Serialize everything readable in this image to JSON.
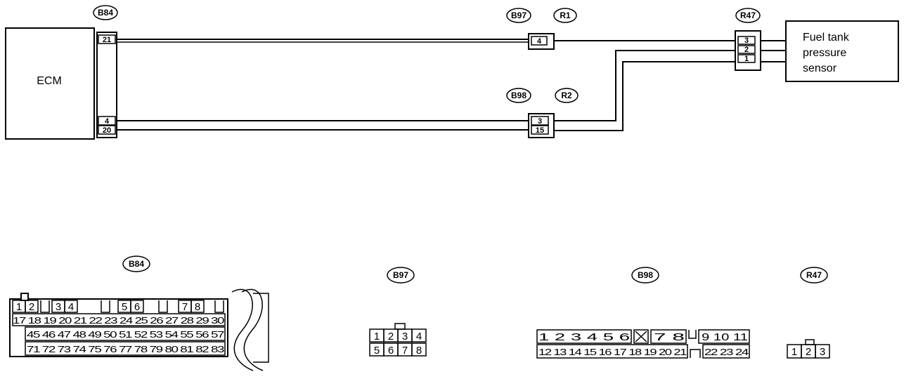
{
  "ecm": {
    "label": "ECM"
  },
  "sensor": {
    "lines": [
      "Fuel tank",
      "pressure",
      "sensor"
    ]
  },
  "upper_tags": {
    "b84": "B84",
    "b97": "B97",
    "r1": "R1",
    "b98": "B98",
    "r2": "R2",
    "r47": "R47"
  },
  "ecm_pins": {
    "p21": "21",
    "p4": "4",
    "p20": "20"
  },
  "b97_pin": "4",
  "b98_pins": {
    "p3": "3",
    "p15": "15"
  },
  "r47_pins": {
    "p3": "3",
    "p2": "2",
    "p1": "1"
  },
  "lower_tags": {
    "b84": "B84",
    "b97": "B97",
    "b98": "B98",
    "r47": "R47"
  },
  "b84_connector": {
    "row1": [
      "1",
      "2",
      "3",
      "4",
      "5",
      "6",
      "7",
      "8"
    ],
    "row2": [
      "17",
      "18",
      "19",
      "20",
      "21",
      "22",
      "23",
      "24",
      "25",
      "26",
      "27",
      "28",
      "29",
      "30"
    ],
    "row3": [
      "45",
      "46",
      "47",
      "48",
      "49",
      "50",
      "51",
      "52",
      "53",
      "54",
      "55",
      "56",
      "57"
    ],
    "row4": [
      "71",
      "72",
      "73",
      "74",
      "75",
      "76",
      "77",
      "78",
      "79",
      "80",
      "81",
      "82",
      "83"
    ]
  },
  "b97_connector": {
    "row1": [
      "1",
      "2",
      "3",
      "4"
    ],
    "row2": [
      "5",
      "6",
      "7",
      "8"
    ]
  },
  "b98_connector": {
    "row1": [
      "1",
      "2",
      "3",
      "4",
      "5",
      "6",
      "7",
      "8",
      "9",
      "10",
      "11"
    ],
    "row2": [
      "12",
      "13",
      "14",
      "15",
      "16",
      "17",
      "18",
      "19",
      "20",
      "21",
      "22",
      "23",
      "24"
    ]
  },
  "r47_connector": {
    "row1": [
      "1",
      "2",
      "3"
    ]
  }
}
